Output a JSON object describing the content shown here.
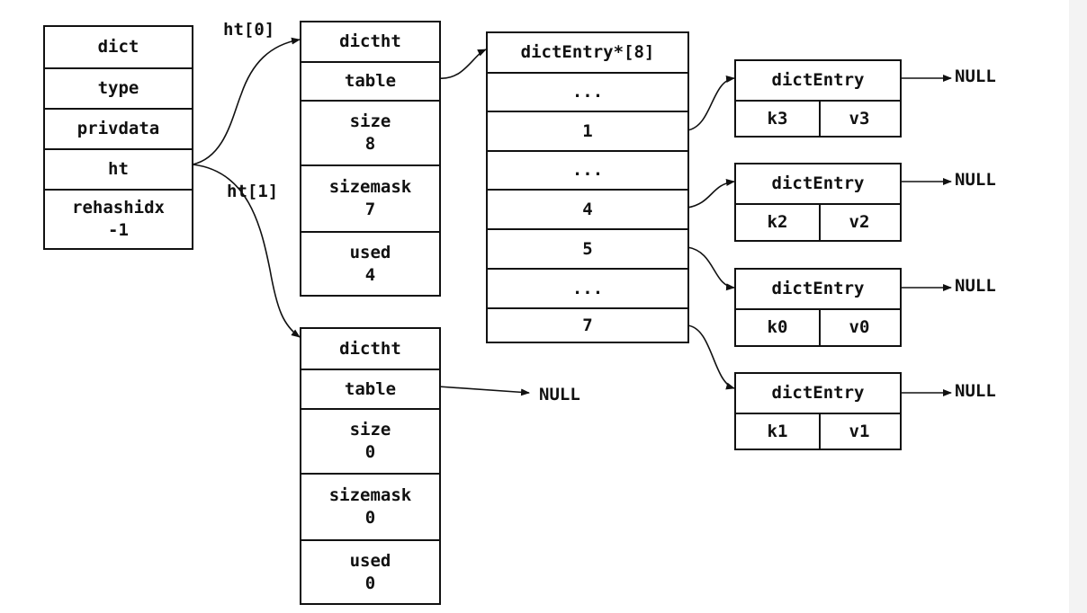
{
  "dict": {
    "title": "dict",
    "type": "type",
    "privdata": "privdata",
    "ht": "ht",
    "rehashidx": "rehashidx",
    "rehashidx_value": "-1"
  },
  "ht0_label": "ht[0]",
  "ht1_label": "ht[1]",
  "ht0": {
    "title": "dictht",
    "table": "table",
    "size": "size",
    "size_value": "8",
    "sizemask": "sizemask",
    "sizemask_value": "7",
    "used": "used",
    "used_value": "4"
  },
  "ht1": {
    "title": "dictht",
    "table": "table",
    "table_target": "NULL",
    "size": "size",
    "size_value": "0",
    "sizemask": "sizemask",
    "sizemask_value": "0",
    "used": "used",
    "used_value": "0"
  },
  "table_array": {
    "title": "dictEntry*[8]",
    "slots": [
      "...",
      "1",
      "...",
      "4",
      "5",
      "...",
      "7"
    ]
  },
  "entries": [
    {
      "title": "dictEntry",
      "key": "k3",
      "value": "v3",
      "next": "NULL"
    },
    {
      "title": "dictEntry",
      "key": "k2",
      "value": "v2",
      "next": "NULL"
    },
    {
      "title": "dictEntry",
      "key": "k0",
      "value": "v0",
      "next": "NULL"
    },
    {
      "title": "dictEntry",
      "key": "k1",
      "value": "v1",
      "next": "NULL"
    }
  ]
}
